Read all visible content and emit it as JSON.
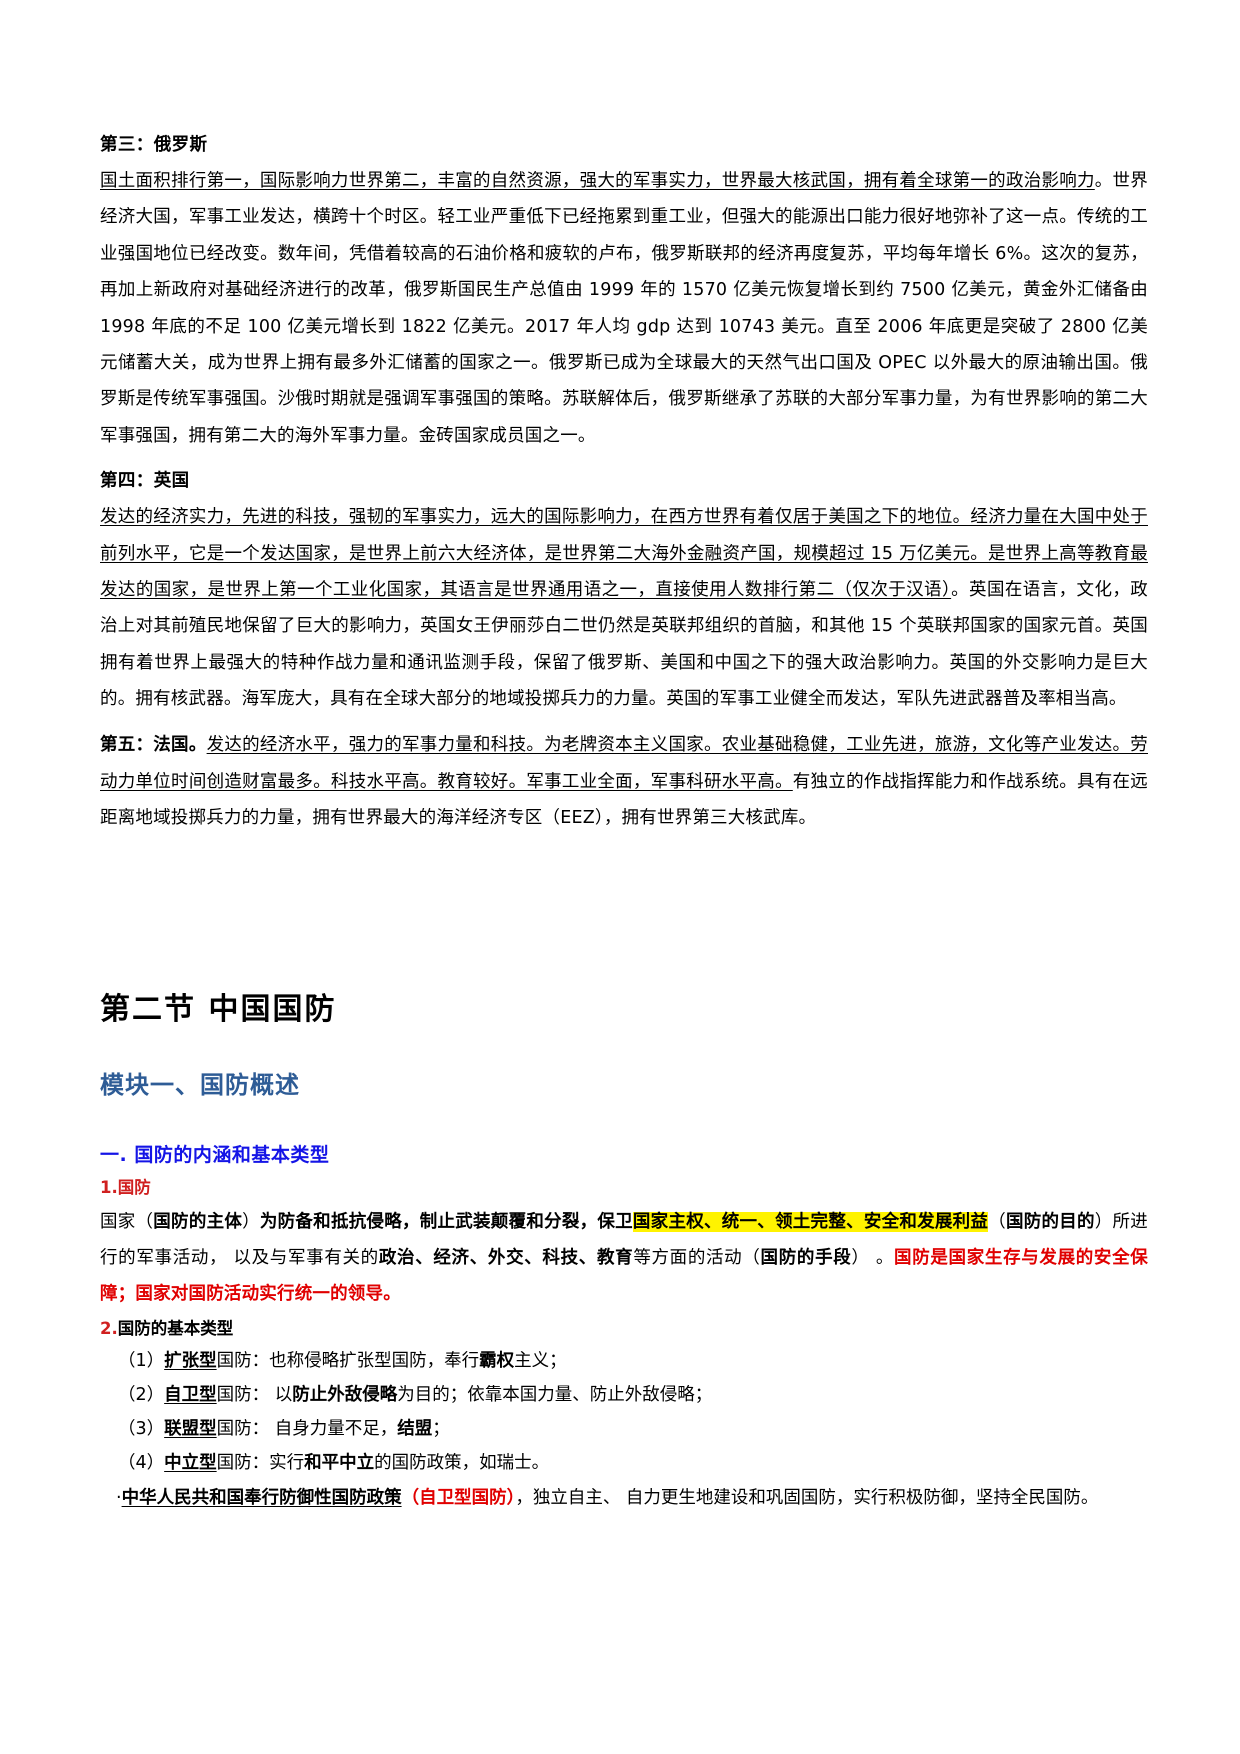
{
  "document": {
    "sections": {
      "russia": {
        "heading": "第三：俄罗斯",
        "underlined_lead": "国土面积排行第一，国际影响力世界第二，丰富的自然资源，强大的军事实力，世界最大核武国，拥有着全球第一的政治影响力",
        "body": "。世界经济大国，军事工业发达，横跨十个时区。轻工业严重低下已经拖累到重工业，但强大的能源出口能力很好地弥补了这一点。传统的工业强国地位已经改变。数年间，凭借着较高的石油价格和疲软的卢布，俄罗斯联邦的经济再度复苏，平均每年增长 6%。这次的复苏，再加上新政府对基础经济进行的改革，俄罗斯国民生产总值由 1999 年的 1570 亿美元恢复增长到约 7500 亿美元，黄金外汇储备由 1998 年底的不足 100 亿美元增长到 1822 亿美元。2017 年人均 gdp 达到 10743 美元。直至 2006 年底更是突破了 2800 亿美元储蓄大关，成为世界上拥有最多外汇储蓄的国家之一。俄罗斯已成为全球最大的天然气出口国及 OPEC 以外最大的原油输出国。俄罗斯是传统军事强国。沙俄时期就是强调军事强国的策略。苏联解体后，俄罗斯继承了苏联的大部分军事力量，为有世界影响的第二大军事强国，拥有第二大的海外军事力量。金砖国家成员国之一。"
      },
      "uk": {
        "heading": "第四：英国",
        "underlined_lead": "发达的经济实力，先进的科技，强韧的军事实力，远大的国际影响力，在西方世界有着仅居于美国之下的地位。经济力量在大国中处于前列水平，它是一个发达国家，是世界上前六大经济体，是世界第二大海外金融资产国，规模超过 15 万亿美元。是世界上高等教育最发达的国家，是世界上第一个工业化国家，其语言是世界通用语之一，直接使用人数排行第二（仅次于汉语）",
        "body": "。英国在语言，文化，政治上对其前殖民地保留了巨大的影响力，英国女王伊丽莎白二世仍然是英联邦组织的首脑，和其他 15 个英联邦国家的国家元首。英国拥有着世界上最强大的特种作战力量和通讯监测手段，保留了俄罗斯、美国和中国之下的强大政治影响力。英国的外交影响力是巨大的。拥有核武器。海军庞大，具有在全球大部分的地域投掷兵力的力量。英国的军事工业健全而发达，军队先进武器普及率相当高。"
      },
      "france": {
        "heading": "第五：法国。",
        "underlined_lead": "发达的经济水平，强力的军事力量和科技。为老牌资本主义国家。农业基础稳健，工业先进，旅游，文化等产业发达。劳动力单位时间创造财富最多。科技水平高。教育较好。军事工业全面，军事科研水平高。",
        "body": "有独立的作战指挥能力和作战系统。具有在远距离地域投掷兵力的力量，拥有世界最大的海洋经济专区（EEZ），拥有世界第三大核武库。"
      }
    },
    "chapter": {
      "title": "第二节  中国国防",
      "module_title": "模块一、国防概述",
      "topic_title": "一. 国防的内涵和基本类型"
    },
    "concept_1": {
      "number_label": "1.国防",
      "line_1_a": "国家（",
      "line_1_b": "国防的主体",
      "line_1_c": "）",
      "line_1_d": "为防备和抵抗侵略，制止武装颠覆和分裂，保卫",
      "line_1_highlight": "国家主权、统一、领土完整、安全和发展利益",
      "line_2_a": "（",
      "line_2_b": "国防的目的",
      "line_2_c": "）所进行的军事活动， 以及与军事有关的",
      "line_2_d": "政治、经济、外交、科技、教育",
      "line_2_e": "等方面的活动（",
      "line_2_f": "国防的手段",
      "line_2_g": "） 。",
      "red_note": "国防是国家生存与发展的安全保障；国家对国防活动实行统一的领导。"
    },
    "concept_2": {
      "number_label": "2.",
      "title_bold": "国防的基本类型",
      "items": [
        {
          "prefix": "（1）",
          "bold_type": "扩张型",
          "mid": "国防：也称侵略扩张型国防，奉行",
          "bold_key": "霸权",
          "tail": "主义；"
        },
        {
          "prefix": "（2）",
          "bold_type": "自卫型",
          "mid": "国防： 以",
          "bold_key": "防止外敌侵略",
          "tail": "为目的；依靠本国力量、防止外敌侵略；"
        },
        {
          "prefix": "（3）",
          "bold_type": "联盟型",
          "mid": "国防： 自身力量不足，",
          "bold_key": "结盟",
          "tail": "；"
        },
        {
          "prefix": "（4）",
          "bold_type": "中立型",
          "mid": "国防：实行",
          "bold_key": "和平中立",
          "tail": "的国防政策，如瑞士。"
        }
      ],
      "bullet": {
        "marker": "·",
        "underlined": "中华人民共和国奉行防御性国防政策",
        "red_paren": "（自卫型国防）",
        "tail": "，独立自主、 自力更生地建设和巩固国防，实行积极防御，坚持全民国防。"
      }
    }
  }
}
